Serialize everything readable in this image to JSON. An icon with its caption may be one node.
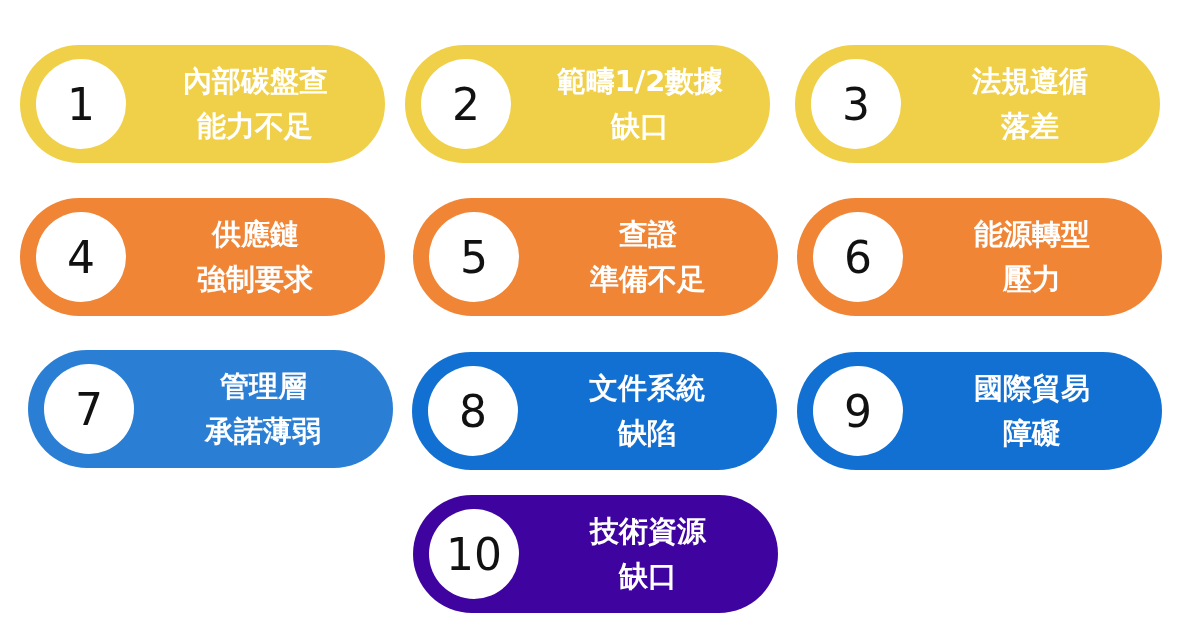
{
  "diagram": {
    "nodes": [
      {
        "text": [
          "1",
          "內部碳盤查能力不足"
        ]
      },
      {
        "text": [
          "2",
          "範疇1/2數據缺口"
        ]
      },
      {
        "text": [
          "3",
          "法規遵循落差"
        ]
      },
      {
        "text": [
          "4",
          "供應鏈強制要求"
        ]
      },
      {
        "text": [
          "5",
          "查證準備不足"
        ]
      },
      {
        "text": [
          "6",
          "能源轉型壓力"
        ]
      },
      {
        "text": [
          "7",
          "管理層承諾薄弱"
        ]
      },
      {
        "text": [
          "8",
          "文件系統缺陷"
        ]
      },
      {
        "text": [
          "9",
          "國際貿易障礙"
        ]
      },
      {
        "text": [
          "10",
          "技術資源缺口"
        ]
      }
    ]
  }
}
